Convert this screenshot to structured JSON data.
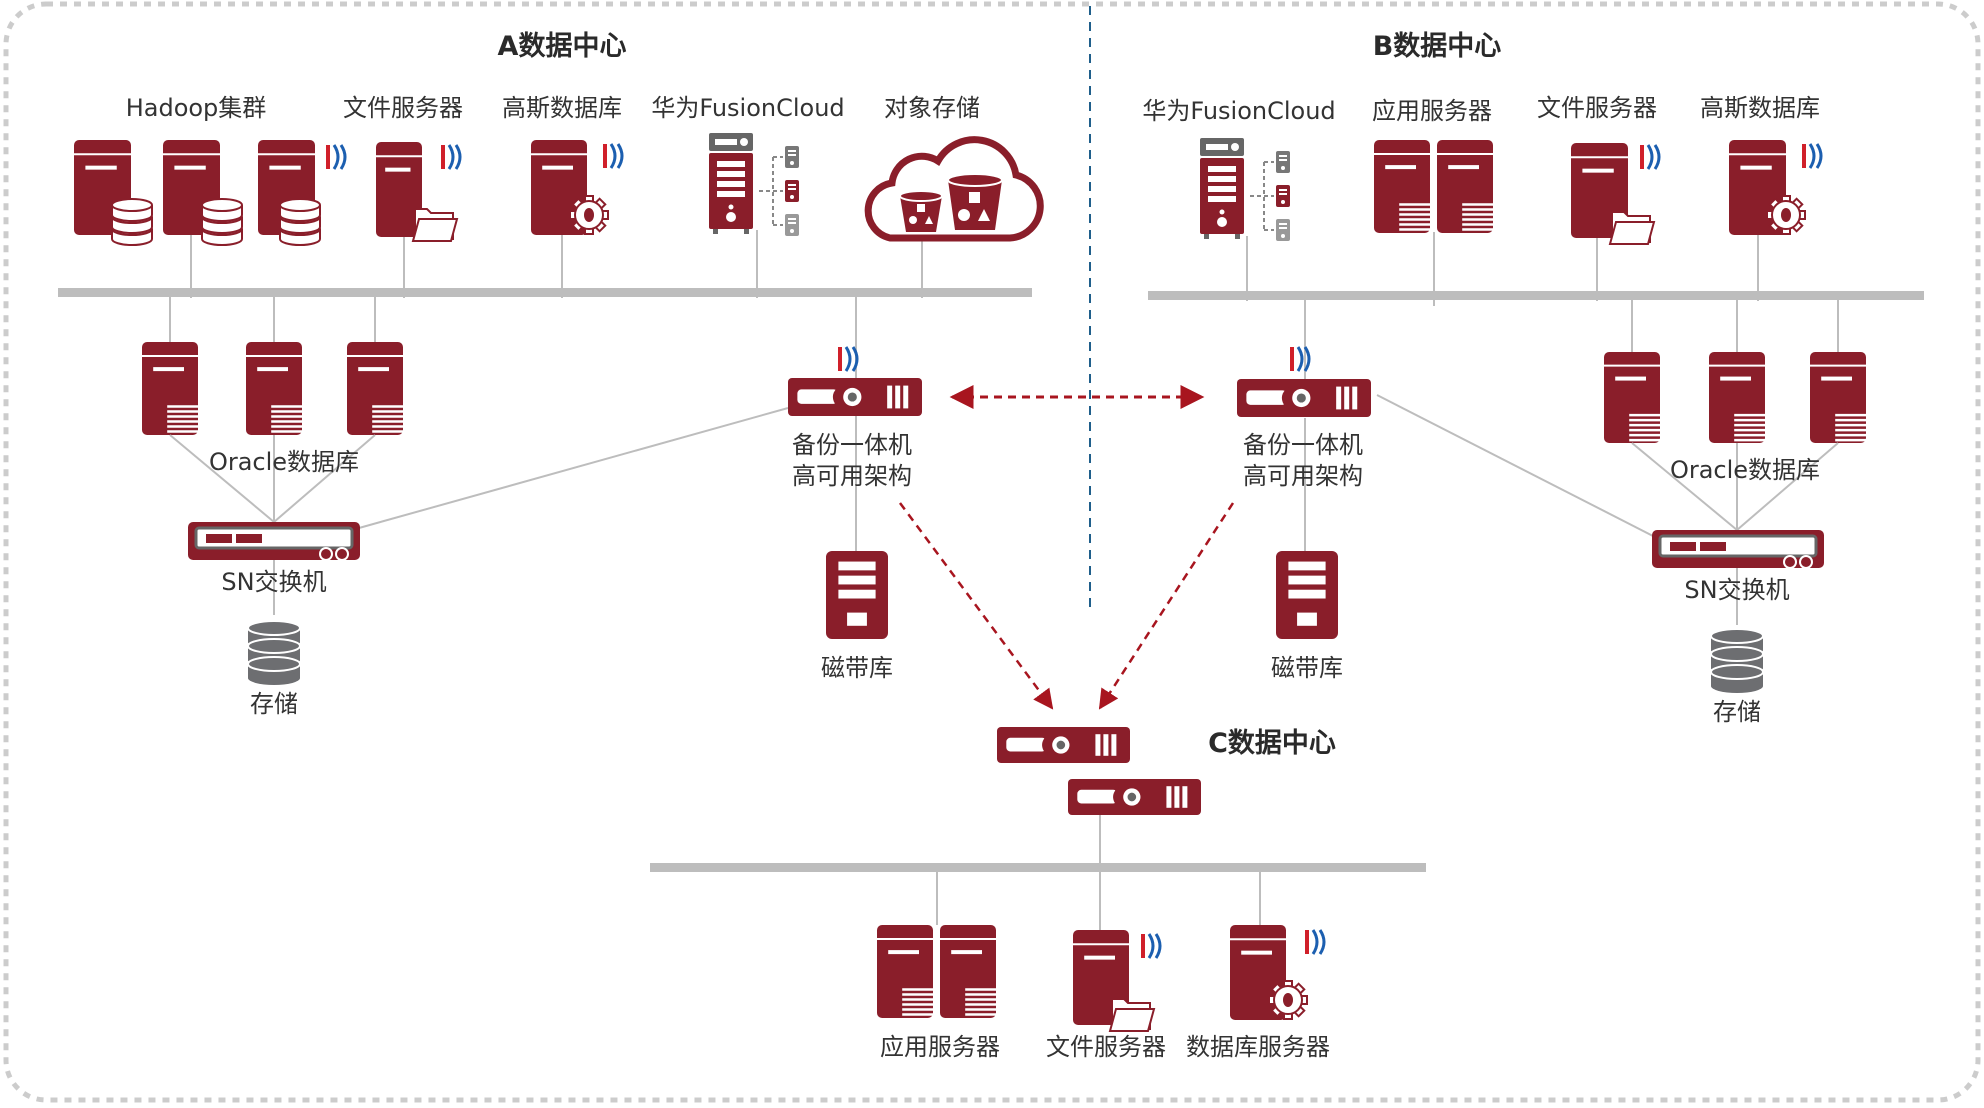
{
  "colors": {
    "device": "#8A1E2A",
    "bus": "#BDBDBD",
    "link": "#BDBDBD",
    "replication_arrow": "#A8151F",
    "divider": "#1F5F8B",
    "signal_red": "#D0202A",
    "signal_blue": "#1C5FB0",
    "storage_gray": "#6D6E71",
    "border": "#CCCCCC",
    "text": "#333333"
  },
  "datacenter_a": {
    "title": "A数据中心",
    "top_devices": [
      {
        "label": "Hadoop集群",
        "icon": "hadoop-cluster-icon"
      },
      {
        "label": "文件服务器",
        "icon": "file-server-icon"
      },
      {
        "label": "高斯数据库",
        "icon": "gauss-database-icon"
      },
      {
        "label": "华为FusionCloud",
        "icon": "fusioncloud-icon"
      },
      {
        "label": "对象存储",
        "icon": "object-storage-icon"
      }
    ],
    "oracle_label": "Oracle数据库",
    "switch_label": "SN交换机",
    "storage_label": "存储",
    "backup_label_line1": "备份一体机",
    "backup_label_line2": "高可用架构",
    "tape_label": "磁带库"
  },
  "datacenter_b": {
    "title": "B数据中心",
    "top_devices": [
      {
        "label": "华为FusionCloud",
        "icon": "fusioncloud-icon"
      },
      {
        "label": "应用服务器",
        "icon": "app-server-icon"
      },
      {
        "label": "文件服务器",
        "icon": "file-server-icon"
      },
      {
        "label": "高斯数据库",
        "icon": "gauss-database-icon"
      }
    ],
    "oracle_label": "Oracle数据库",
    "switch_label": "SN交换机",
    "storage_label": "存储",
    "backup_label_line1": "备份一体机",
    "backup_label_line2": "高可用架构",
    "tape_label": "磁带库"
  },
  "datacenter_c": {
    "title": "C数据中心",
    "bottom_devices": [
      {
        "label": "应用服务器",
        "icon": "app-server-icon"
      },
      {
        "label": "文件服务器",
        "icon": "file-server-icon"
      },
      {
        "label": "数据库服务器",
        "icon": "database-server-icon"
      }
    ]
  }
}
